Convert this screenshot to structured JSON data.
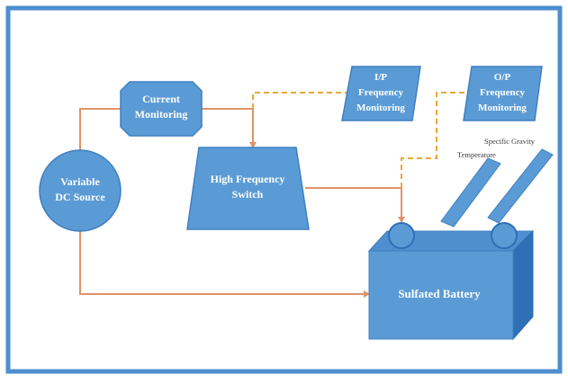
{
  "blocks": {
    "current_monitoring": [
      "Current",
      "Monitoring"
    ],
    "variable_dc_source": [
      "Variable",
      "DC Source"
    ],
    "high_frequency_switch": [
      "High Frequency",
      "Switch"
    ],
    "ip_frequency_monitoring": [
      "I/P",
      "Frequency",
      "Monitoring"
    ],
    "op_frequency_monitoring": [
      "O/P",
      "Frequency",
      "Monitoring"
    ],
    "sulfated_battery": "Sulfated Battery"
  },
  "probes": {
    "specific_gravity": "Specific Gravity",
    "temperature": "Temperature"
  },
  "terminals": {
    "positive": "+",
    "negative": "-"
  },
  "colors": {
    "frame": "#4d8fd0",
    "block_fill": "#5b9bd5",
    "block_stroke": "#3f7fc0",
    "battery_dark": "#3b7cc2",
    "battery_side": "#2f6fb5",
    "wire": "#e0926a",
    "signal": "#e8a93a"
  }
}
